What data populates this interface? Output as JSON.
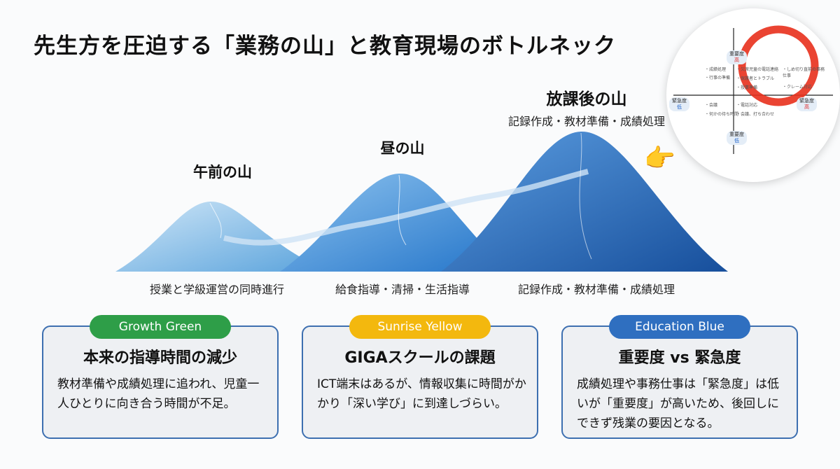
{
  "title": "先生方を圧迫する「業務の山」と教育現場のボトルネック",
  "mountains": [
    {
      "name": "午前の山",
      "caption": "授業と学級運営の同時進行"
    },
    {
      "name": "昼の山",
      "caption": "給食指導・清掃・生活指導"
    },
    {
      "name": "放課後の山",
      "subtitle": "記録作成・教材準備・成績処理",
      "caption": "記録作成・教材準備・成績処理"
    }
  ],
  "matrix": {
    "top": "重要度",
    "top_level": "高",
    "bottom": "重要度",
    "bottom_level": "低",
    "left": "緊急度",
    "left_level": "低",
    "right": "緊急度",
    "right_level": "高",
    "items": [
      "・成績処理",
      "・行事の準備",
      "・欠席児童の電話連絡",
      "・保護者とトラブル",
      "・授業準備",
      "・しめ切り直前の事務仕事",
      "・クレーム対応",
      "・会議",
      "・何かの待ち時間",
      "・電話対応",
      "・会議、打ち合わせ"
    ]
  },
  "cards": [
    {
      "tag": "Growth Green",
      "color": "#2e9e48",
      "heading": "本来の指導時間の減少",
      "body": "教材準備や成績処理に追われ、児童一人ひとりに向き合う時間が不足。"
    },
    {
      "tag": "Sunrise Yellow",
      "color": "#f3b80e",
      "heading": "GIGAスクールの課題",
      "body": "ICT端末はあるが、情報収集に時間がかかり「深い学び」に到達しづらい。"
    },
    {
      "tag": "Education Blue",
      "color": "#2f6fc0",
      "heading": "重要度 vs 緊急度",
      "body": "成績処理や事務仕事は「緊急度」は低いが「重要度」が高いため、後回しにできず残業の要因となる。"
    }
  ]
}
